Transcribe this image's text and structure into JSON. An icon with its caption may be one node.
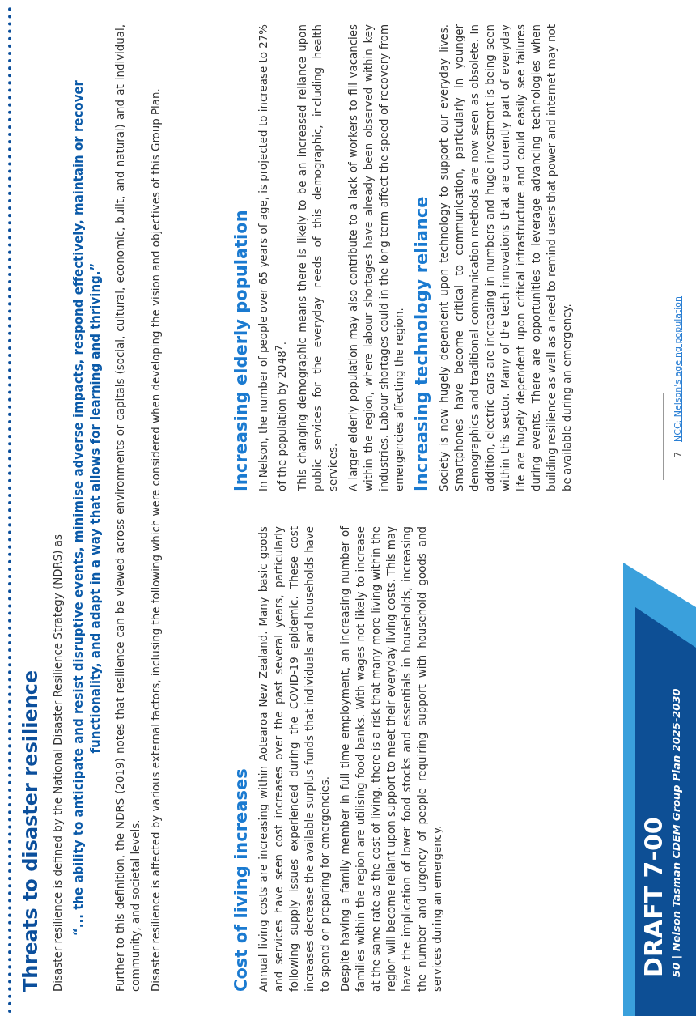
{
  "diagram": {
    "title": "Threats to disaster resilience",
    "labels": [
      "Disaster resilience is defined by the National Disaster Resilience Strategy (NDRS) as",
      "“... the ability to anticipate and resist disruptive events, minimise adverse impacts, respond effectively, maintain or recover functionality, and adapt in a way that allows for learning and thriving.”",
      "Further to this definition, the NDRS (2019) notes that resilience can be viewed across environments or capitals (social, cultural, economic, built, and natural) and at individual, community, and societal levels.",
      "Disaster resilience is affected by various external factors, inclusing the following which were considered when developing the vision and objectives of this Group Plan.",
      "Cost of living increases",
      "Annual living costs are increasing within Aotearoa New Zealand. Many basic goods and services have seen cost increases over the past several years, particularly following supply issues experienced during the COVID-19 epidemic. These cost increases decrease the available surplus funds that individuals and households have to spend on preparing for emergencies.",
      "Despite having a family member in full time employment, an increasing number of families within the region are utilising food banks. With wages not likely to increase at the same rate as the cost of living, there is a risk that many more living within the region will become reliant upon support to meet their everyday living costs. This may have the implication of lower food stocks and essentials in households, increasing the number and urgency of people requiring support with household goods and services during an emergency.",
      "Increasing elderly population",
      "In Nelson, the number of people over 65 years of age, is projected to increase to 27% of the population by 2048$^{7}$.",
      "This changing demographic means there is likely to be an increased reliance upon public services for the everyday needs of this demographic, including health services.",
      "A larger elderly population may also contribute to a lack of workers to fill vacancies within the region, where labour shortages have already been observed within key industries. Labour shortages could in the long term affect the speed of recovery from emergencies affecting the region.",
      "Increasing technology reliance",
      "Society is now hugely dependent upon technology to support our everyday lives. Smartphones have become critical to communication, particularly in younger demographics and traditional communication methods are now seen as obsolete. In addition, electric cars are increasing in numbers and huge investment is being seen within this sector. Many of the tech innovations that are currently part of everyday life are hugely dependent upon critical infrastructure and could easily see failures during events. There are opportunities to leverage advancing technologies when building resilience as well as a need to remind users that power and internet may not be available during an emergency.",
      "DRAFT 7-00",
      "50 | Nelson Tasman CDEM Group Plan 2025-2030",
      "7",
      "NCC: Nelson's ageing population"
    ]
  }
}
